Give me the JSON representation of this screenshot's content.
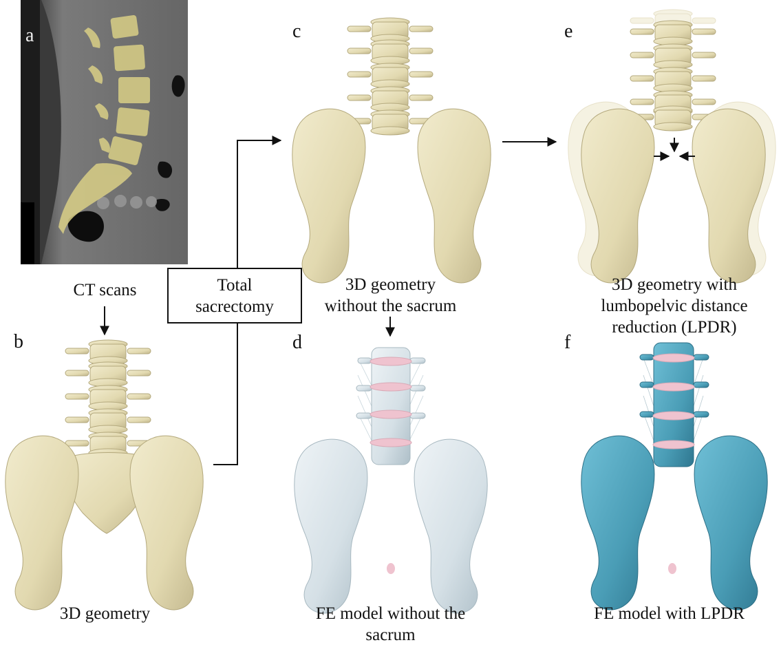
{
  "panels": {
    "a": {
      "label": "a"
    },
    "b": {
      "label": "b",
      "caption": "3D geometry"
    },
    "c": {
      "label": "c",
      "caption_line1": "3D geometry",
      "caption_line2": "without the sacrum"
    },
    "d": {
      "label": "d",
      "caption_line1": "FE model without the",
      "caption_line2": "sacrum"
    },
    "e": {
      "label": "e",
      "caption_line1": "3D geometry with",
      "caption_line2": "lumbopelvic distance",
      "caption_line3": "reduction (LPDR)"
    },
    "f": {
      "label": "f",
      "caption": "FE model with LPDR"
    }
  },
  "ct_label": "CT scans",
  "box": {
    "line1": "Total",
    "line2": "sacrectomy"
  },
  "colors": {
    "bone": "#e6dfbd",
    "bone_shade": "#c9bf92",
    "fe_grey": "#dbe5ea",
    "fe_blue": "#4fa4bd",
    "disc_pink": "#efc3cf",
    "ct_bg": "#6b6b6b",
    "ct_highlight": "#d9cf86"
  }
}
